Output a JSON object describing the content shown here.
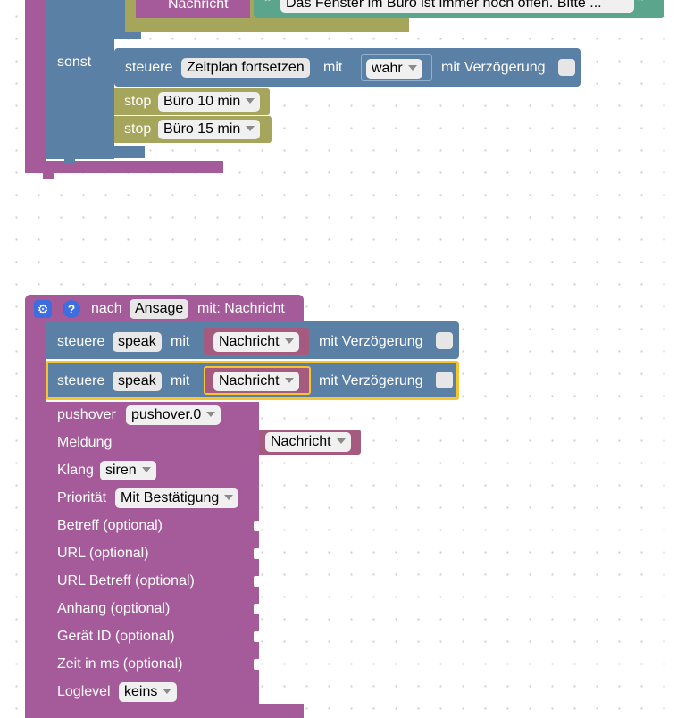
{
  "top_group": {
    "message_label": "Nachricht",
    "quote_open": "“",
    "quote_close": "”",
    "message_text": "Das Fenster im Büro ist immer noch offen. Bitte ...",
    "else_label": "sonst",
    "control_word": "steuere",
    "schedule_field": "Zeitplan fortsetzen",
    "with_word": "mit",
    "value_field": "wahr",
    "delay_label": "mit Verzögerung",
    "stop_word": "stop",
    "stop_items": [
      {
        "field": "Büro 10 min"
      },
      {
        "field": "Büro 15 min"
      }
    ]
  },
  "bottom_group": {
    "after_word": "nach",
    "event_field": "Ansage",
    "param_label": "mit: Nachricht",
    "control_word": "steuere",
    "speak_field": "speak",
    "with_word": "mit",
    "var_field": "Nachricht",
    "delay_label": "mit Verzögerung",
    "pushover": {
      "label": "pushover",
      "instance": "pushover.0",
      "rows": [
        {
          "label": "Meldung"
        },
        {
          "label": "Klang"
        },
        {
          "label": "Priorität"
        },
        {
          "label": "Betreff (optional)"
        },
        {
          "label": "URL (optional)"
        },
        {
          "label": "URL Betreff (optional)"
        },
        {
          "label": "Anhang (optional)"
        },
        {
          "label": "Gerät ID (optional)"
        },
        {
          "label": "Zeit in ms (optional)"
        },
        {
          "label": "Loglevel"
        }
      ],
      "message_var": "Nachricht",
      "sound": "siren",
      "priority": "Mit Bestätigung",
      "loglevel": "keins"
    }
  },
  "icons": {
    "gear": "⚙",
    "help": "?"
  },
  "colors": {
    "function_block": "#a55b99",
    "control_block": "#5b80a5",
    "stop_block": "#a5a55b",
    "text_block": "#5ba58c",
    "variable_block": "#a55b80",
    "selection_outline": "#f5c530"
  }
}
